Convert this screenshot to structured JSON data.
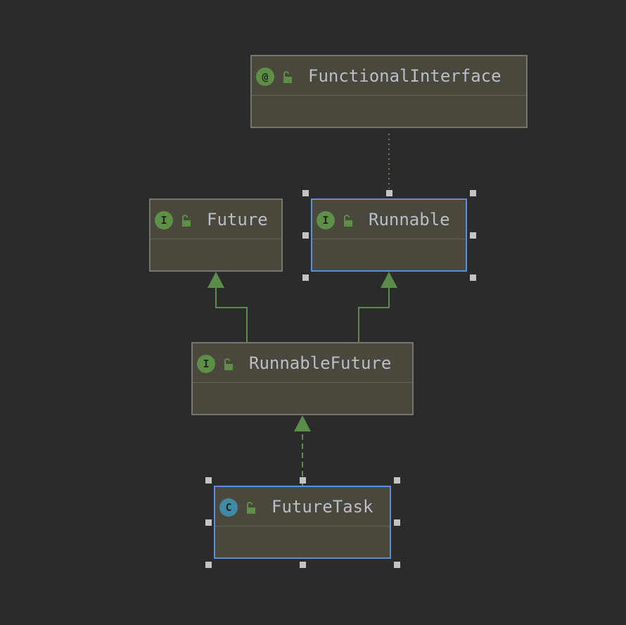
{
  "colors": {
    "background": "#2b2b2b",
    "node_fill": "#4a473d",
    "node_border": "#75766f",
    "selected_border": "#5c8fd6",
    "edge": "#5a8c4a",
    "interface_badge": "#5e8f46",
    "class_badge": "#3f8aa6",
    "text": "#b8bfc7"
  },
  "nodes": {
    "functional_interface": {
      "badge": "@",
      "kind": "annotation",
      "name": "FunctionalInterface"
    },
    "future": {
      "badge": "I",
      "kind": "interface",
      "name": "Future"
    },
    "runnable": {
      "badge": "I",
      "kind": "interface",
      "name": "Runnable"
    },
    "runnable_future": {
      "badge": "I",
      "kind": "interface",
      "name": "RunnableFuture"
    },
    "future_task": {
      "badge": "C",
      "kind": "class",
      "name": "FutureTask"
    }
  },
  "edges": [
    {
      "from": "runnable",
      "to": "functional_interface",
      "style": "dotted",
      "meaning": "annotated"
    },
    {
      "from": "runnable_future",
      "to": "future",
      "style": "solid",
      "meaning": "extends"
    },
    {
      "from": "runnable_future",
      "to": "runnable",
      "style": "solid",
      "meaning": "extends"
    },
    {
      "from": "future_task",
      "to": "runnable_future",
      "style": "dashed",
      "meaning": "implements"
    }
  ]
}
